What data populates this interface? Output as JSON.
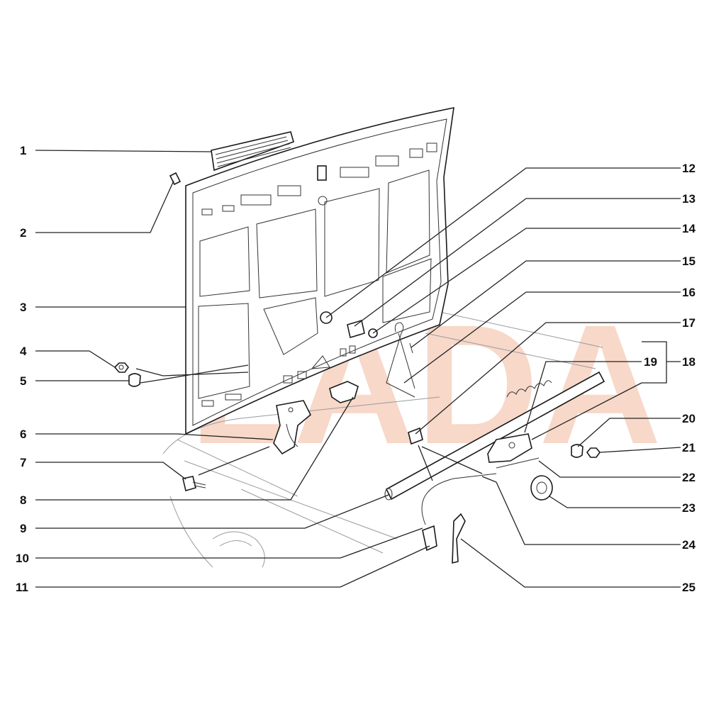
{
  "watermark": {
    "text": "LADA",
    "color": "#f6d2c0"
  },
  "callouts": [
    {
      "num": "1"
    },
    {
      "num": "2"
    },
    {
      "num": "3"
    },
    {
      "num": "4"
    },
    {
      "num": "5"
    },
    {
      "num": "6"
    },
    {
      "num": "7"
    },
    {
      "num": "8"
    },
    {
      "num": "9"
    },
    {
      "num": "10"
    },
    {
      "num": "11"
    },
    {
      "num": "12"
    },
    {
      "num": "13"
    },
    {
      "num": "14"
    },
    {
      "num": "15"
    },
    {
      "num": "16"
    },
    {
      "num": "17"
    },
    {
      "num": "18"
    },
    {
      "num": "19"
    },
    {
      "num": "20"
    },
    {
      "num": "21"
    },
    {
      "num": "22"
    },
    {
      "num": "23"
    },
    {
      "num": "24"
    },
    {
      "num": "25"
    }
  ]
}
